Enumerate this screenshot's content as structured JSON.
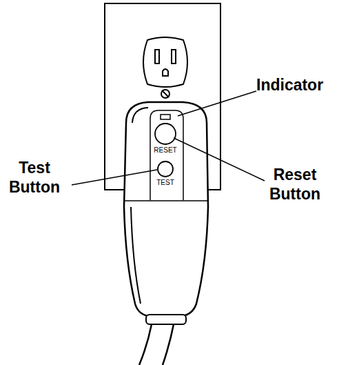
{
  "diagram": {
    "labels": [
      "Indicator",
      "Reset Button",
      "Test Button",
      "RESET",
      "TEST"
    ]
  }
}
